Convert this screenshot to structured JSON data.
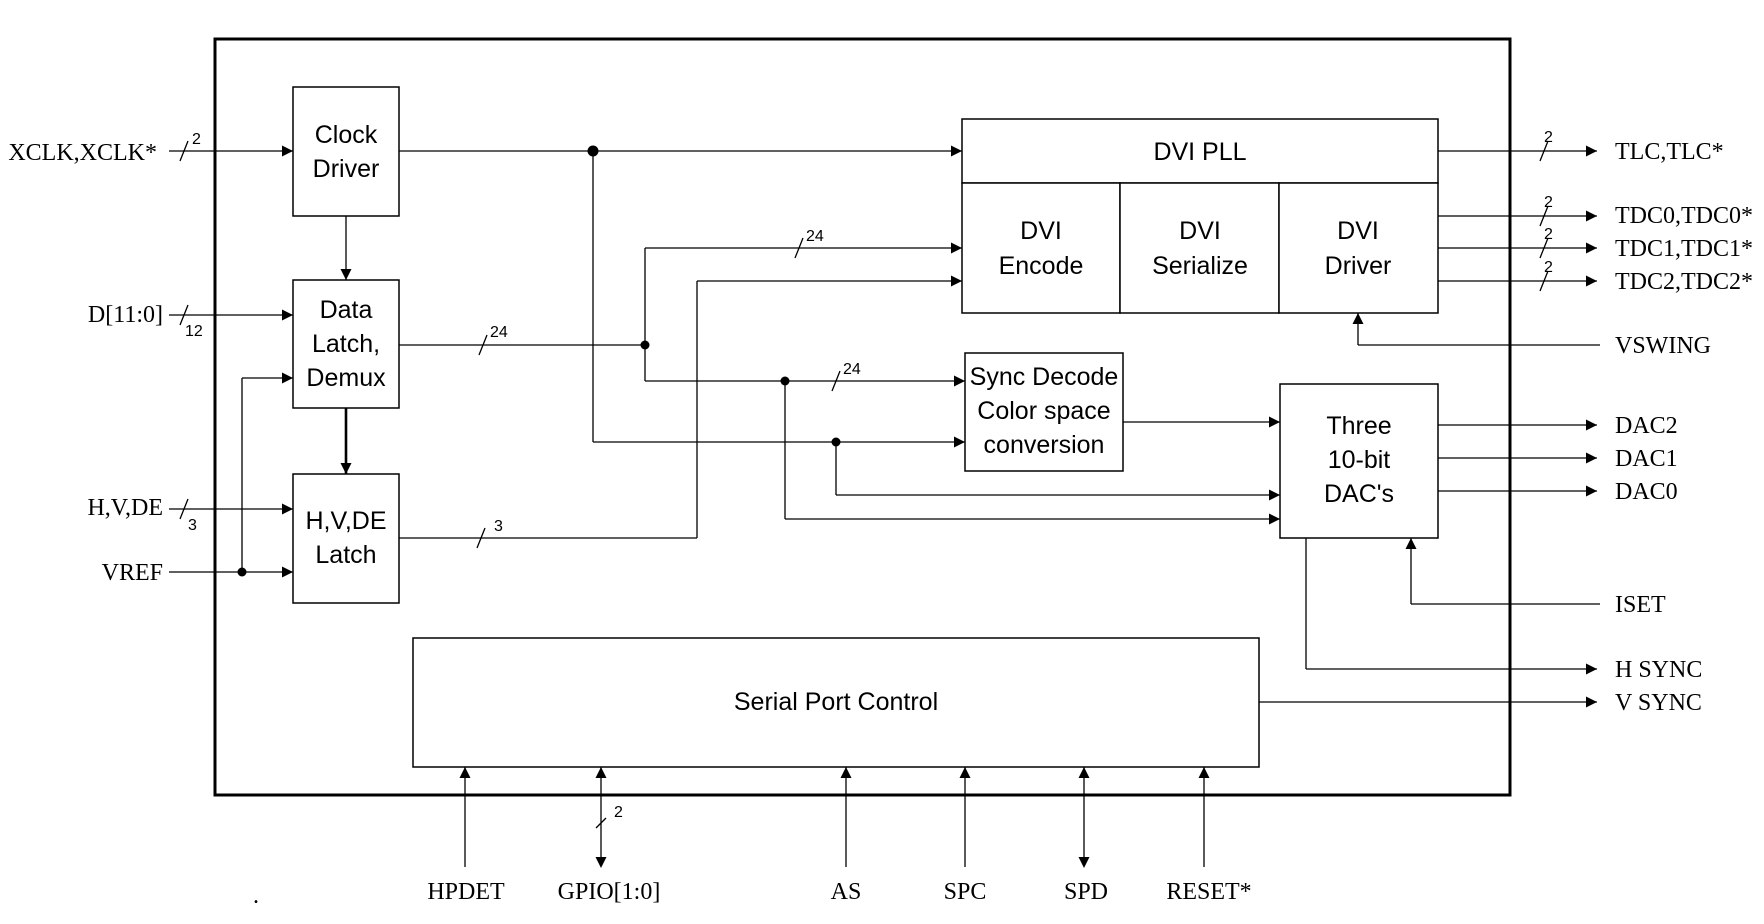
{
  "blocks": {
    "clock_driver": [
      "Clock",
      "Driver"
    ],
    "data_latch": [
      "Data",
      "Latch,",
      "Demux"
    ],
    "hvde_latch": [
      "H,V,DE",
      "Latch"
    ],
    "dvi_pll": "DVI PLL",
    "dvi_encode": [
      "DVI",
      "Encode"
    ],
    "dvi_serialize": [
      "DVI",
      "Serialize"
    ],
    "dvi_driver": [
      "DVI",
      "Driver"
    ],
    "sync_decode": [
      "Sync Decode",
      "Color space",
      "conversion"
    ],
    "dac": [
      "Three",
      "10-bit",
      "DAC's"
    ],
    "serial_port": "Serial Port Control"
  },
  "inputs": {
    "xclk": "XCLK,XCLK*",
    "d": "D[11:0]",
    "hvde": "H,V,DE",
    "vref": "VREF"
  },
  "outputs": {
    "tlc": "TLC,TLC*",
    "tdc0": "TDC0,TDC0*",
    "tdc1": "TDC1,TDC1*",
    "tdc2": "TDC2,TDC2*",
    "vswing": "VSWING",
    "dac2": "DAC2",
    "dac1": "DAC1",
    "dac0": "DAC0",
    "iset": "ISET",
    "hsync": "H SYNC",
    "vsync": "V SYNC"
  },
  "bottom_pins": {
    "hpdet": "HPDET",
    "gpio": "GPIO[1:0]",
    "as": "AS",
    "spc": "SPC",
    "spd": "SPD",
    "reset": "RESET*"
  },
  "bus_widths": {
    "xclk": "2",
    "d": "12",
    "hvde": "3",
    "data_out": "24",
    "encode_in": "24",
    "sync_in": "24",
    "latch_out": "3",
    "tlc": "2",
    "tdc0": "2",
    "tdc1": "2",
    "tdc2": "2",
    "gpio": "2"
  },
  "footnote": "."
}
